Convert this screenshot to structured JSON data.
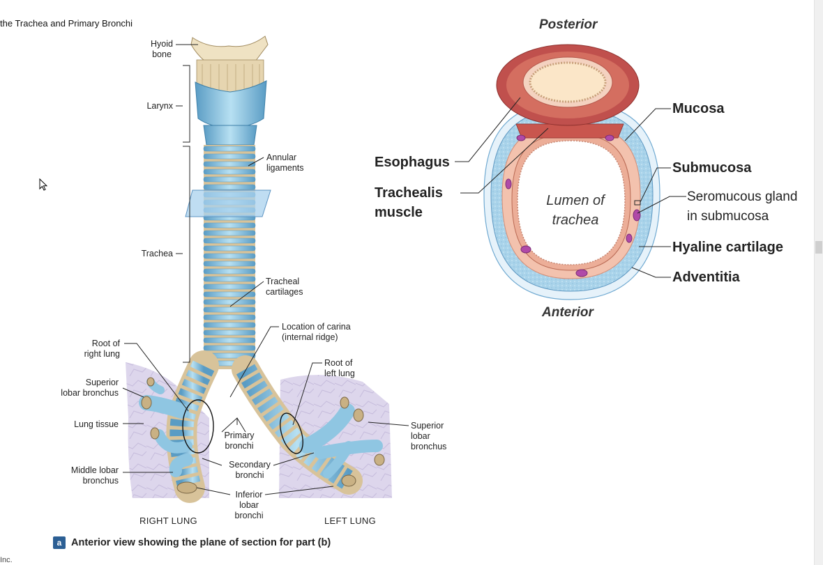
{
  "header": {
    "title": "the Trachea and Primary Bronchi"
  },
  "left_figure": {
    "labels": {
      "hyoid": "Hyoid\nbone",
      "larynx": "Larynx",
      "annular": "Annular\nligaments",
      "trachea": "Trachea",
      "tracheal_cartilages": "Tracheal\ncartilages",
      "carina": "Location of carina\n(internal ridge)",
      "root_right": "Root of\nright lung",
      "root_left": "Root of\nleft lung",
      "superior_lobar_right": "Superior\nlobar bronchus",
      "lung_tissue": "Lung tissue",
      "primary_bronchi": "Primary\nbronchi",
      "superior_lobar_left": "Superior\nlobar\nbronchus",
      "middle_lobar": "Middle lobar\nbronchus",
      "secondary_bronchi": "Secondary\nbronchi",
      "inferior_lobar": "Inferior\nlobar\nbronchi",
      "right_lung": "RIGHT LUNG",
      "left_lung": "LEFT LUNG"
    },
    "caption_badge": "a",
    "caption": "Anterior view showing the plane of section for part (b)"
  },
  "right_figure": {
    "posterior": "Posterior",
    "anterior": "Anterior",
    "lumen": "Lumen of\ntrachea",
    "esophagus": "Esophagus",
    "trachealis": "Trachealis\nmuscle",
    "mucosa": "Mucosa",
    "submucosa": "Submucosa",
    "seromucous": "Seromucous gland\nin submucosa",
    "hyaline": "Hyaline cartilage",
    "adventitia": "Adventitia"
  },
  "footer": {
    "credit": "Inc."
  },
  "colors": {
    "cartilage_blue": "#8fc6e2",
    "cartilage_dark": "#5a9cc4",
    "ligament_tan": "#d8c39a",
    "lung_lilac": "#ddd6ec",
    "muscle_red": "#c0504d",
    "mucosa_pink": "#f2b7a3",
    "gland_magenta": "#b04aa8",
    "caption_badge": "#2c5f94"
  }
}
